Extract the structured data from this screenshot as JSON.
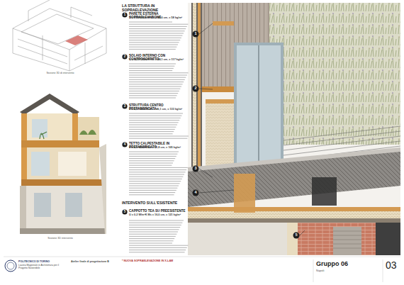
{
  "diagram": {
    "title": "LA STRUTTURA IN SOPRAELEVAZIONE",
    "labels": [
      "1",
      "PARETE ESTERNA SOPRAELEVAZIONE",
      "U = 0,196 W/m²K  Ms = 43,6 cm, = 58 kg/m²",
      "2",
      "SOLAIO INTERNO CON CONTROSOFFITTO",
      "U = 0,217 W/m²K  Ms = 44,1 cm, = 117 kg/m²",
      "3",
      "STRUTTURA CENTRO PREFABBRICATA",
      "U = 0,17 W/m²K  Ms = 46,1 cm, = 133 kg/m²",
      "4",
      "TETTO CALPESTABILE IN PREFABBRICATO",
      "U = 0,1 W/m²K  Ms = 71,8 cm, = 105 kg/m²",
      "INTERVENTO SULL'ESISTENTE",
      "5",
      "CAPPOTTO TEA SU PREESISTENTE",
      "U = 0,2 W/m²K  Ms = 16,0 cm, = 121 kg/m²",
      "* NUOVA SOPRAELEVAZIONE IN X-LAM",
      "Sezione 3D di intervento",
      "Sezione 3D intervento",
      "POLITECNICO DI TORINO",
      "Laurea Magistrale in Architettura per il Progetto Sostenibile",
      "Atelier finale di progettazione B",
      "Gruppo 06",
      "Napoli",
      "03",
      "1",
      "2",
      "3",
      "4",
      "5"
    ]
  }
}
